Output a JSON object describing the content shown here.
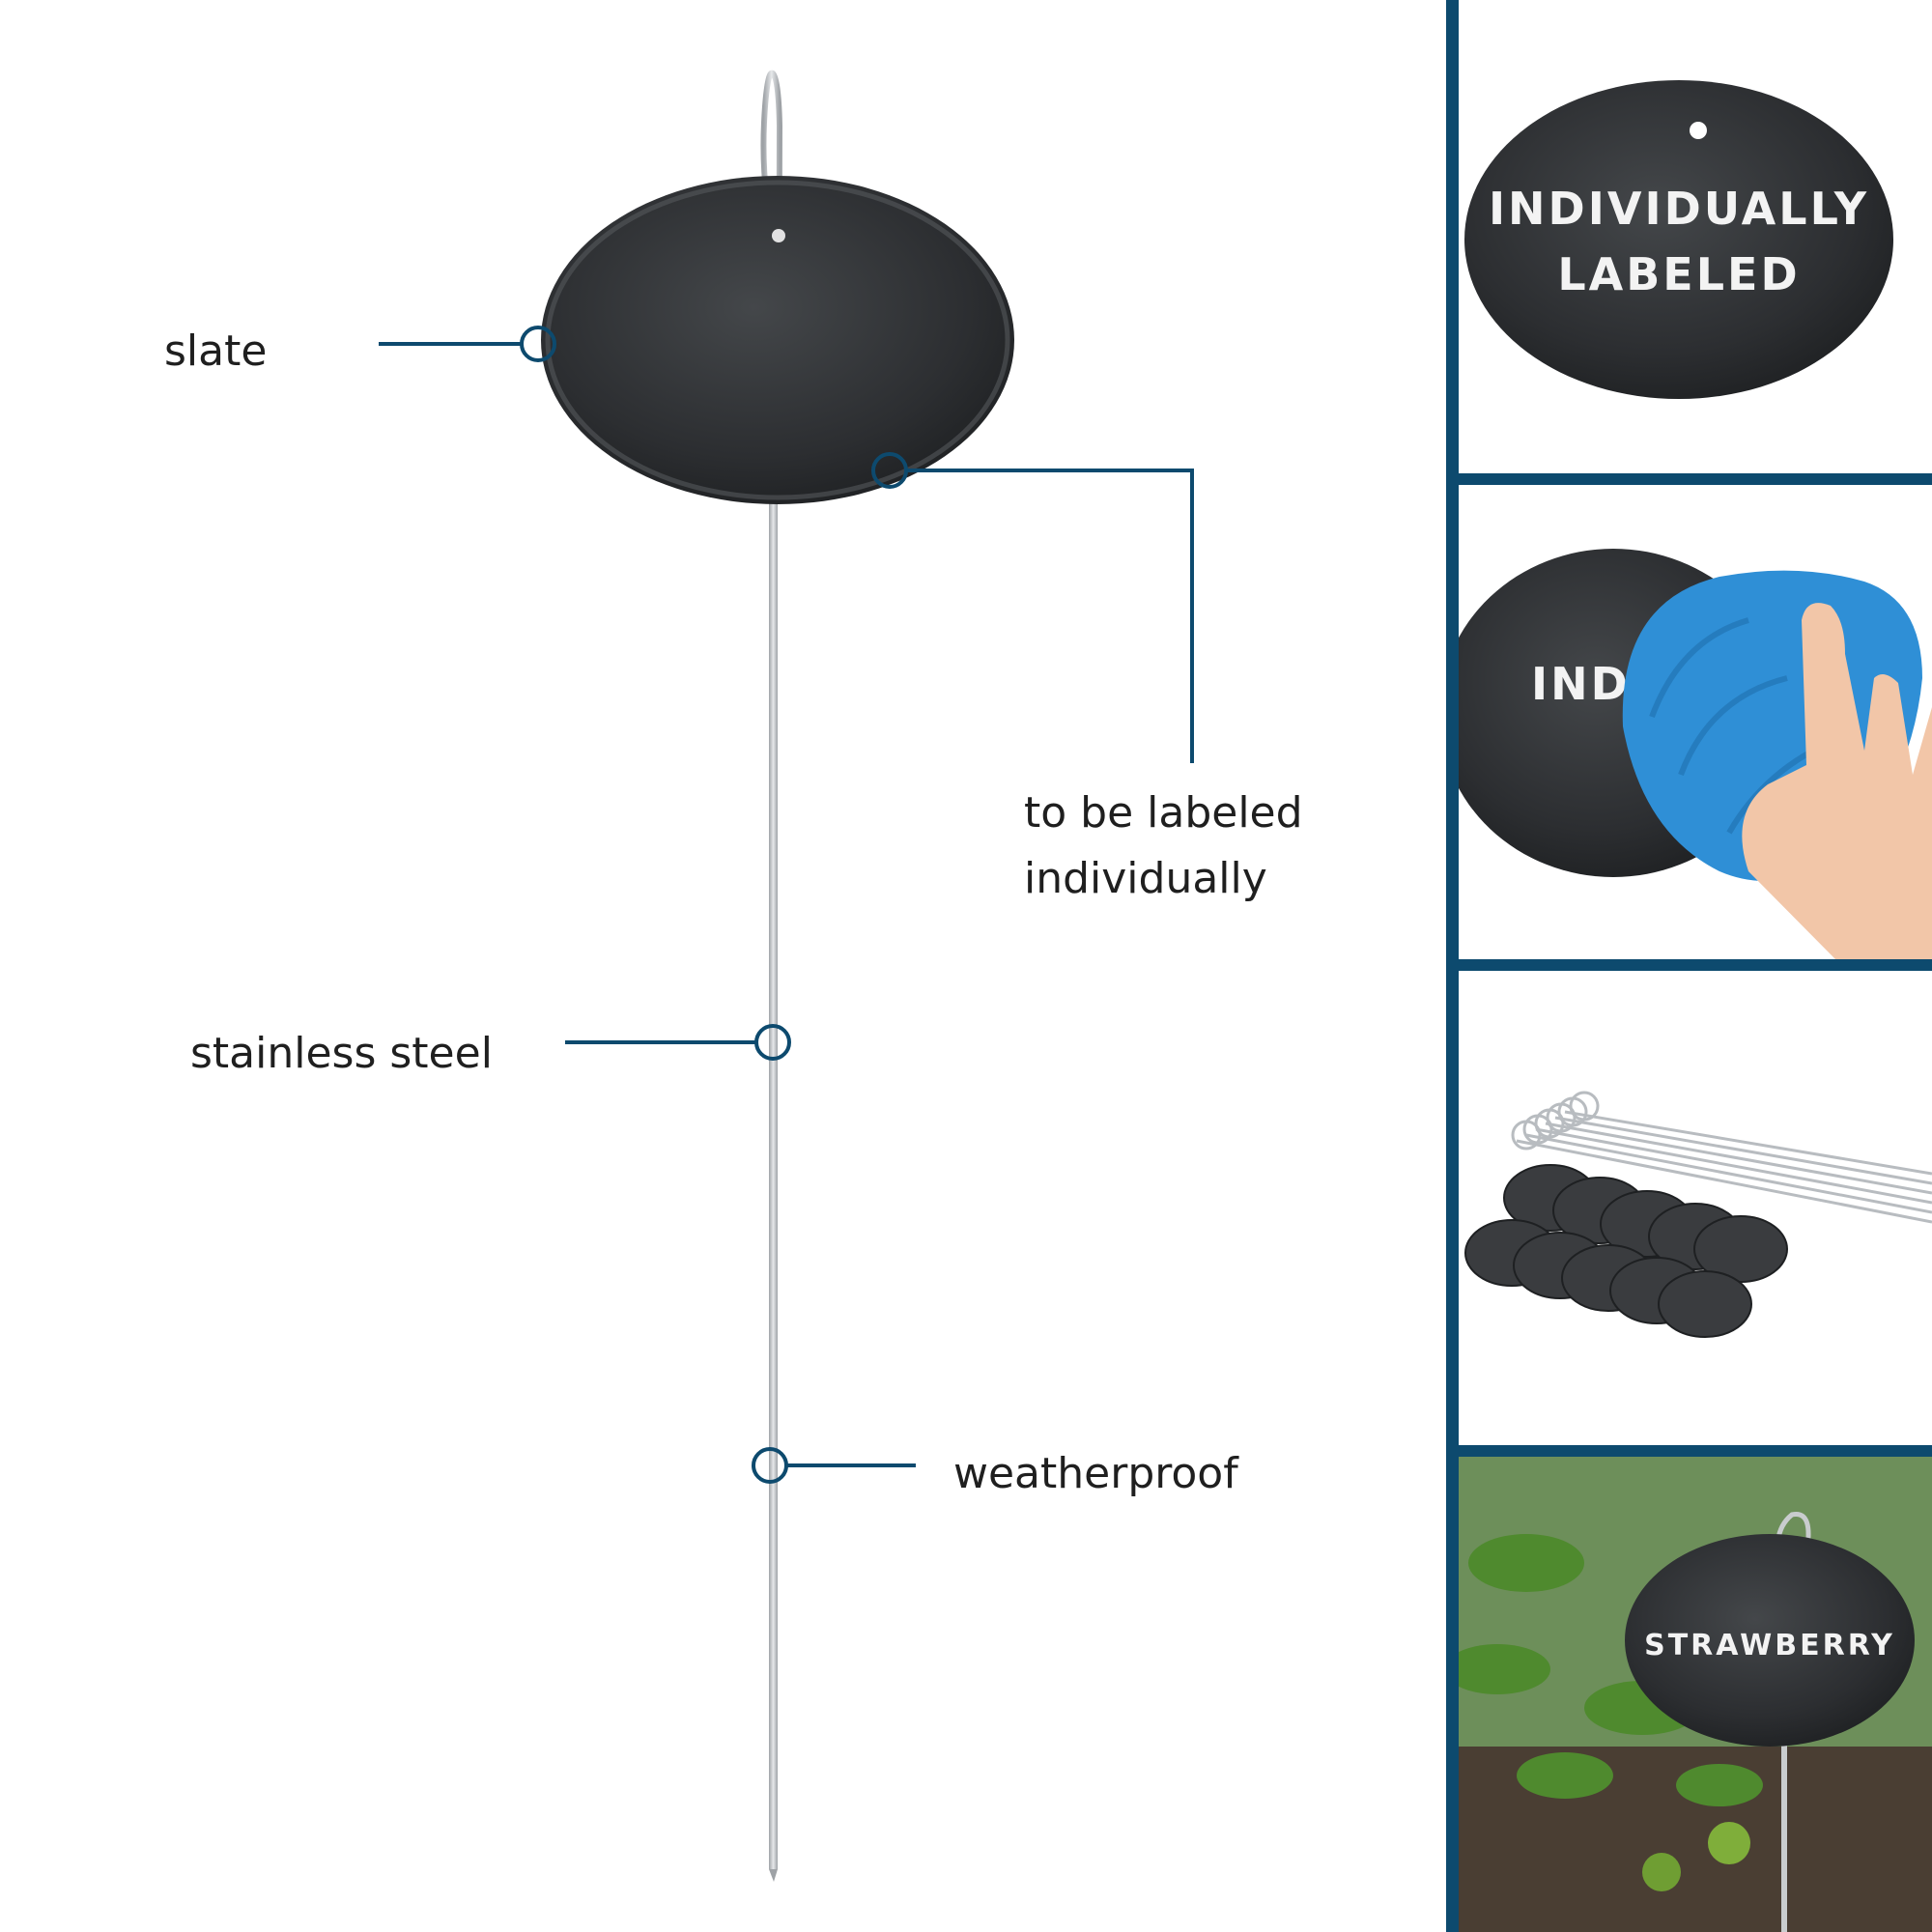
{
  "colors": {
    "accent": "#0d4a6e",
    "slate": "#2e3033",
    "steel": "#bfc2c5",
    "sponge": "#2f8fd6",
    "soil": "#4a3e33",
    "leaf": "#4f8a2e"
  },
  "callouts": {
    "slate": "slate",
    "labeling_line1": "to be labeled",
    "labeling_line2": "individually",
    "steel": "stainless steel",
    "weather": "weatherproof"
  },
  "panels": {
    "labeled_tag": {
      "line1": "INDIVIDUALLY",
      "line2": "LABELED"
    },
    "wipe_tag": {
      "text": "INDI"
    },
    "set_contents": {
      "icon": "slate-tags-and-stakes-set"
    },
    "garden_tag": {
      "text": "STRAWBERRY"
    }
  }
}
